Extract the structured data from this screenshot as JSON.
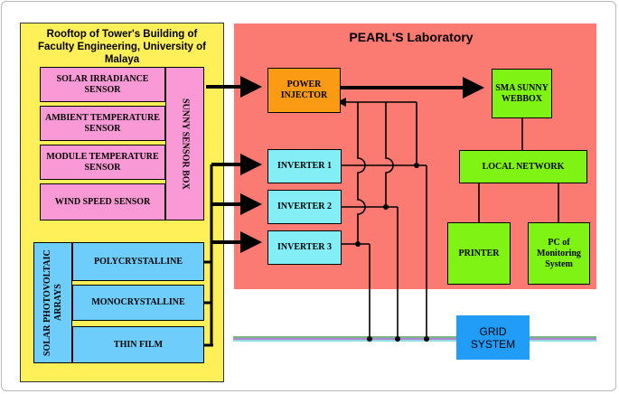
{
  "rooftop": {
    "title_line1": "Rooftop of Tower's Building of",
    "title_line2": "Faculty Engineering, University of Malaya",
    "sensor_box_label": "SUNNY SENSOR BOX",
    "pv_label": "SOLAR PHOTOVOLTAIC ARRAYS",
    "sensors": [
      {
        "line1": "SOLAR IRRADIANCE",
        "line2": "SENSOR"
      },
      {
        "line1": "AMBIENT TEMPERATURE",
        "line2": "SENSOR"
      },
      {
        "line1": "MODULE TEMPERATURE",
        "line2": "SENSOR"
      },
      {
        "line1": "WIND SPEED SENSOR",
        "line2": ""
      }
    ],
    "pv_arrays": [
      "POLYCRYSTALLINE",
      "MONOCRYSTALLINE",
      "THIN FILM"
    ]
  },
  "lab": {
    "title": "PEARL'S Laboratory",
    "power_injector": {
      "line1": "POWER",
      "line2": "INJECTOR"
    },
    "webbox": {
      "line1": "SMA SUNNY",
      "line2": "WEBBOX"
    },
    "inverters": [
      "INVERTER 1",
      "INVERTER 2",
      "INVERTER 3"
    ],
    "local_network": "LOCAL NETWORK",
    "printer": "PRINTER",
    "pc": {
      "line1": "PC of",
      "line2": "Monitoring",
      "line3": "System"
    }
  },
  "grid": {
    "line1": "GRID",
    "line2": "SYSTEM"
  },
  "colors": {
    "rooftop_bg": "#fff05a",
    "lab_bg": "#fb7a72",
    "sensor": "#f99ad6",
    "pv": "#6ecdfb",
    "inverter": "#83eef6",
    "network": "#7ef314",
    "injector": "#fb9b14",
    "grid": "#219cf7"
  }
}
